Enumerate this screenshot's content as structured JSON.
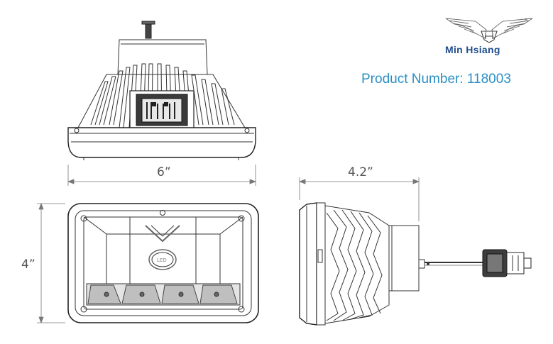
{
  "brand": {
    "name": "Min Hsiang",
    "registered_mark": "®",
    "logo_icon": "winged-emblem-icon"
  },
  "product_label": "Product Number: 118003",
  "dimensions": {
    "width": "6”",
    "height": "4”",
    "depth": "4.2”"
  },
  "front_badge": "LED",
  "colors": {
    "line": "#333333",
    "dimension_line": "#777777",
    "product_number": "#2a8fc4",
    "brand_text": "#1f4e8c"
  }
}
